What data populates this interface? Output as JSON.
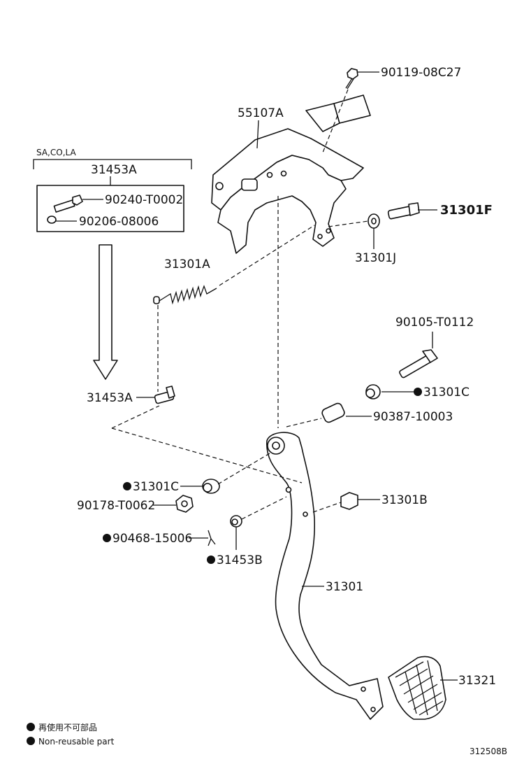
{
  "callouts": {
    "bolt_top": "90119-08C27",
    "bracket": "55107A",
    "group_header": "SA,CO,LA",
    "group_title": "31453A",
    "group_bolt": "90240-T0002",
    "group_washer": "90206-08006",
    "spring": "31301A",
    "bolt_right": "31301F",
    "bushing_right": "31301J",
    "pin_left": "31453A",
    "bolt_lower_right": "90105-T0112",
    "bushing_c_right": "31301C",
    "collar": "90387-10003",
    "bushing_c_left": "31301C",
    "nut": "90178-T0062",
    "clip": "90468-15006",
    "pin_b": "31453B",
    "stopper": "31301B",
    "pedal_arm": "31301",
    "pedal_pad": "31321"
  },
  "legend": {
    "line1": "再使用不可部品",
    "line2": "Non-reusable part"
  },
  "diagram_code": "312508B"
}
